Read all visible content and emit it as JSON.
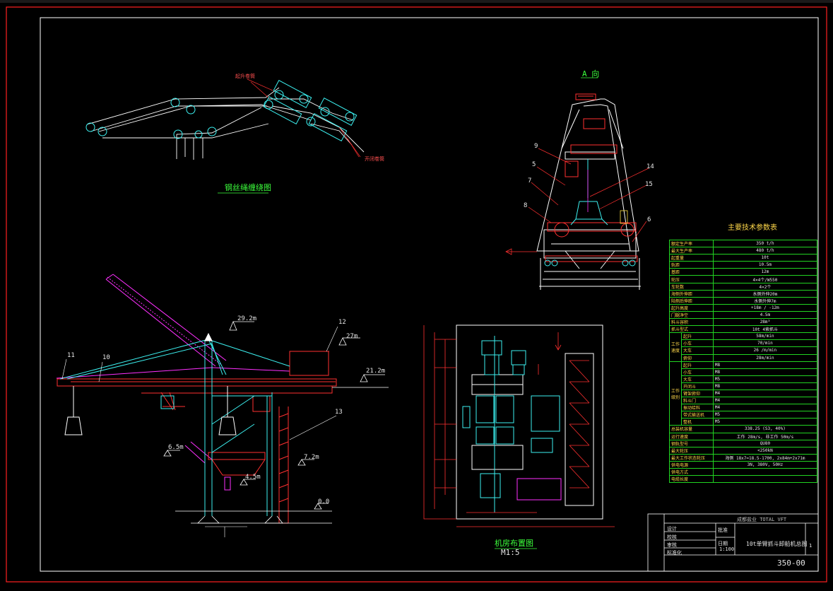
{
  "drawing": {
    "number": "350-00",
    "title": "10t单臂抓斗卸船机总图",
    "scale": "1:100",
    "sheet": "1",
    "params_title": "主要技术参数表",
    "views": {
      "rope": "钢丝绳缠绕图",
      "a_view": "A 向",
      "machine_layout": "机房布置图",
      "machine_scale": "M1:5"
    },
    "elevations": [
      "29.2m",
      "27m",
      "21.2m",
      "6.5m",
      "7.2m",
      "4.5m",
      "0.0"
    ],
    "part_numbers": [
      "11",
      "10",
      "12",
      "13",
      "9",
      "5",
      "7",
      "8",
      "14",
      "15",
      "6"
    ],
    "rope_notes": [
      "起升卷筒",
      "开闭卷筒"
    ],
    "params": [
      {
        "k": "额定生产率",
        "v": "350 t/h"
      },
      {
        "k": "最大生产率",
        "v": "480 t/h"
      },
      {
        "k": "起重量",
        "v": "10t"
      },
      {
        "k": "轨距",
        "v": "10.5m"
      },
      {
        "k": "基距",
        "v": "12m"
      },
      {
        "k": "轮压",
        "v": "4×4个/W550"
      },
      {
        "k": "车轮数",
        "v": "4×2个"
      },
      {
        "k": "海侧外伸距",
        "v": "水侧外伸20m"
      },
      {
        "k": "陆侧后伸距",
        "v": "水侧外伸7m"
      },
      {
        "k": "起升高度",
        "v": "+18m / -12m"
      },
      {
        "k": "门腿净空",
        "v": "4.5m"
      },
      {
        "k": "料斗容积",
        "v": "28m³"
      },
      {
        "k": "抓斗型式",
        "v": "10t 4索抓斗"
      }
    ],
    "speeds": [
      {
        "k": "起升",
        "v": "58m/min"
      },
      {
        "k": "小车",
        "v": "70/min"
      },
      {
        "k": "大车",
        "v": "26 /m/min"
      },
      {
        "k": "俯仰",
        "v": "28m/min"
      }
    ],
    "duty": [
      {
        "k": "起升",
        "g": "M8"
      },
      {
        "k": "小车",
        "g": "M8"
      },
      {
        "k": "大车",
        "g": "M5"
      },
      {
        "k": "开闭斗",
        "g": "M8"
      },
      {
        "k": "臂架俯仰",
        "g": "M4"
      },
      {
        "k": "料斗门",
        "g": "M4"
      },
      {
        "k": "振动给料",
        "g": "M4"
      },
      {
        "k": "带式输送机",
        "g": "M5"
      },
      {
        "k": "整机",
        "g": "M5"
      }
    ],
    "params_tail": [
      {
        "k": "总装机容量",
        "v": "338.25 (S3, 40%)"
      },
      {
        "k": "运行速度",
        "v": "工作 28m/s, 非工作 50m/s"
      },
      {
        "k": "钢轨型号",
        "v": "QU80"
      },
      {
        "k": "最大轮压",
        "v": "<250kN"
      },
      {
        "k": "最大工作状态轮压",
        "v": "海侧 18x7=18.5-1700, 2x84m+2x71m"
      },
      {
        "k": "供电电源",
        "v": "3N, 380V, 50Hz"
      },
      {
        "k": "供电方式",
        "v": ""
      },
      {
        "k": "电缆长度",
        "v": ""
      }
    ],
    "grp_speed": "工作速度",
    "grp_duty": "工作级别",
    "titleblock": {
      "company": "成都盐业 TOTAL VFT",
      "label": "10t单臂抓斗卸船机总图",
      "small": [
        "设计",
        "校核",
        "审核",
        "标准化",
        "批准",
        "日期"
      ],
      "scale": "1:100",
      "sheet": "1"
    },
    "colors": {
      "frame": "#ff2020",
      "border": "#ffffff",
      "steel": "#ffffff",
      "cyan": "#3cf0f0",
      "red": "#ff3030",
      "magenta": "#ff30ff",
      "green": "#21d421",
      "yellow": "#ffe040"
    }
  }
}
